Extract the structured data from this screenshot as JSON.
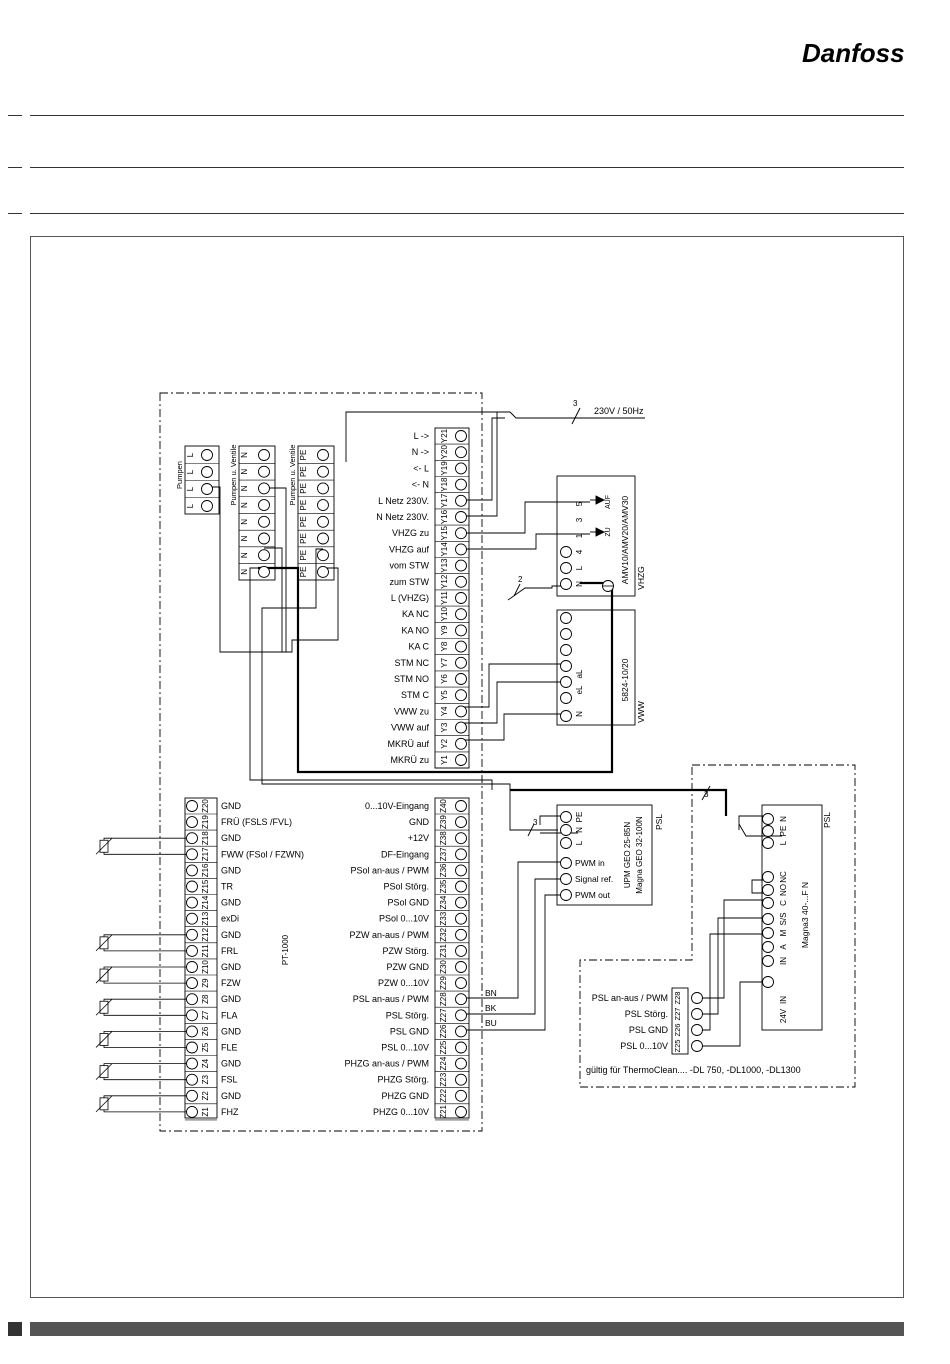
{
  "logo": {
    "brand": "Danfoss"
  },
  "power": {
    "label": "230V / 50Hz",
    "wires": "3"
  },
  "left_blocks": [
    {
      "title": "Pumpen",
      "rows": [
        "L",
        "L",
        "L",
        "L"
      ]
    },
    {
      "title": "Pumpen u. Ventile",
      "rows": [
        "N",
        "N",
        "N",
        "N",
        "N",
        "N",
        "N",
        "N"
      ]
    },
    {
      "title": "Pumpen u. Ventile",
      "rows": [
        "PE",
        "PE",
        "PE",
        "PE",
        "PE",
        "PE",
        "PE",
        "PE"
      ]
    }
  ],
  "y_terminals": [
    {
      "id": "Y21",
      "label": "L ->"
    },
    {
      "id": "Y20",
      "label": "N ->"
    },
    {
      "id": "Y19",
      "label": "<- L"
    },
    {
      "id": "Y18",
      "label": "<- N"
    },
    {
      "id": "Y17",
      "label": "L Netz 230V."
    },
    {
      "id": "Y16",
      "label": "N Netz 230V."
    },
    {
      "id": "Y15",
      "label": "VHZG zu"
    },
    {
      "id": "Y14",
      "label": "VHZG auf"
    },
    {
      "id": "Y13",
      "label": "vom STW"
    },
    {
      "id": "Y12",
      "label": "zum STW"
    },
    {
      "id": "Y11",
      "label": "L (VHZG)"
    },
    {
      "id": "Y10",
      "label": "KA NC"
    },
    {
      "id": "Y9",
      "label": "KA NO"
    },
    {
      "id": "Y8",
      "label": "KA C"
    },
    {
      "id": "Y7",
      "label": "STM NC"
    },
    {
      "id": "Y6",
      "label": "STM NO"
    },
    {
      "id": "Y5",
      "label": "STM C"
    },
    {
      "id": "Y4",
      "label": "VWW zu"
    },
    {
      "id": "Y3",
      "label": "VWW auf"
    },
    {
      "id": "Y2",
      "label": "MKRÜ auf"
    },
    {
      "id": "Y1",
      "label": "MKRÜ zu"
    }
  ],
  "left_z_terminals": [
    {
      "id": "Z20",
      "label": "GND"
    },
    {
      "id": "Z19",
      "label": "FRÜ (FSLS /FVL)"
    },
    {
      "id": "Z18",
      "label": "GND"
    },
    {
      "id": "Z17",
      "label": "FWW (FSol / FZWN)"
    },
    {
      "id": "Z16",
      "label": "GND"
    },
    {
      "id": "Z15",
      "label": "TR"
    },
    {
      "id": "Z14",
      "label": "GND"
    },
    {
      "id": "Z13",
      "label": "exDi"
    },
    {
      "id": "Z12",
      "label": "GND"
    },
    {
      "id": "Z11",
      "label": "FRL"
    },
    {
      "id": "Z10",
      "label": "GND"
    },
    {
      "id": "Z9",
      "label": "FZW"
    },
    {
      "id": "Z8",
      "label": "GND"
    },
    {
      "id": "Z7",
      "label": "FLA"
    },
    {
      "id": "Z6",
      "label": "GND"
    },
    {
      "id": "Z5",
      "label": "FLE"
    },
    {
      "id": "Z4",
      "label": "GND"
    },
    {
      "id": "Z3",
      "label": "FSL"
    },
    {
      "id": "Z2",
      "label": "GND"
    },
    {
      "id": "Z1",
      "label": "FHZ"
    }
  ],
  "right_z_terminals": [
    {
      "id": "Z40",
      "label": "0...10V-Eingang"
    },
    {
      "id": "Z39",
      "label": "GND"
    },
    {
      "id": "Z38",
      "label": "+12V"
    },
    {
      "id": "Z37",
      "label": "DF-Eingang"
    },
    {
      "id": "Z36",
      "label": "PSol an-aus / PWM"
    },
    {
      "id": "Z35",
      "label": "PSol Störg."
    },
    {
      "id": "Z34",
      "label": "PSol GND"
    },
    {
      "id": "Z33",
      "label": "PSol 0...10V"
    },
    {
      "id": "Z32",
      "label": "PZW an-aus / PWM"
    },
    {
      "id": "Z31",
      "label": "PZW Störg."
    },
    {
      "id": "Z30",
      "label": "PZW GND"
    },
    {
      "id": "Z29",
      "label": "PZW 0...10V"
    },
    {
      "id": "Z28",
      "label": "PSL an-aus / PWM"
    },
    {
      "id": "Z27",
      "label": "PSL Störg."
    },
    {
      "id": "Z26",
      "label": "PSL GND"
    },
    {
      "id": "Z25",
      "label": "PSL 0...10V"
    },
    {
      "id": "Z24",
      "label": "PHZG an-aus / PWM"
    },
    {
      "id": "Z23",
      "label": "PHZG Störg."
    },
    {
      "id": "Z22",
      "label": "PHZG GND"
    },
    {
      "id": "Z21",
      "label": "PHZG 0...10V"
    }
  ],
  "sensor_type": "PT-1000",
  "wire_colors": [
    "BN",
    "BK",
    "BU"
  ],
  "vhzg": {
    "model": "AMV10/AMV20/AMV30",
    "name": "VHZG",
    "terminals": [
      "N",
      "L",
      "4",
      "1",
      "3",
      "5"
    ],
    "auf": "AUF",
    "zu": "ZU",
    "wires": "2"
  },
  "vww": {
    "model": "5824-10/20",
    "name": "VWW",
    "terminals": [
      "N",
      "aL",
      "eL"
    ]
  },
  "psl1": {
    "model_a": "UPM GEO 25-85N",
    "model_b": "Magna GEO 32-100N",
    "name": "PSL",
    "terminals": [
      "L",
      "N",
      "PE"
    ],
    "signals": [
      "PWM in",
      "Signal ref.",
      "PWM out"
    ],
    "wires": "3"
  },
  "psl2": {
    "model": "Magna3 40-...F N",
    "name": "PSL",
    "terminals": [
      "L",
      "PE",
      "N"
    ],
    "io_labels": [
      "NC",
      "NO",
      "C"
    ],
    "mid_labels": [
      "S/S",
      "M",
      "A",
      "IN"
    ],
    "bottom_labels": [
      "24V",
      "IN"
    ],
    "sub_terminals": [
      {
        "id": "Z28",
        "label": "PSL an-aus / PWM"
      },
      {
        "id": "Z27",
        "label": "PSL Störg."
      },
      {
        "id": "Z26",
        "label": "PSL GND"
      },
      {
        "id": "Z25",
        "label": "PSL 0...10V"
      }
    ],
    "note": "gültig für ThermoClean.... -DL 750, -DL1000, -DL1300",
    "wires": "3"
  }
}
